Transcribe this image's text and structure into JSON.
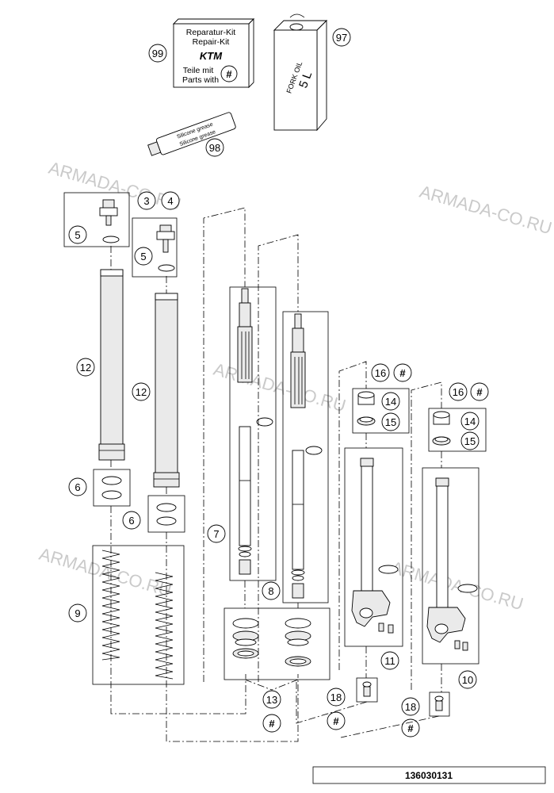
{
  "watermarks": [
    "ARMADA-CO.RU",
    "ARMADA-CO.RU",
    "ARMADA-CO.RU",
    "ARMADA-CO.RU",
    "ARMADA-CO.RU"
  ],
  "repair_kit": {
    "line1": "Reparatur-Kit",
    "line2": "Repair-Kit",
    "logo": "KTM",
    "line3": "Teile mit",
    "line4": "Parts with",
    "hash": "#"
  },
  "oil_can": {
    "label1": "FORK OIL",
    "label2": "5 L"
  },
  "grease_tube": {
    "label1": "Silicone grease",
    "label2": "Silicone grease"
  },
  "callouts": {
    "c99": "99",
    "c97": "97",
    "c98": "98",
    "c3": "3",
    "c4": "4",
    "c5a": "5",
    "c5b": "5",
    "c12a": "12",
    "c12b": "12",
    "c6a": "6",
    "c6b": "6",
    "c7": "7",
    "c8": "8",
    "c9": "9",
    "c16a": "16",
    "c16b": "16",
    "c14a": "14",
    "c14b": "14",
    "c15a": "15",
    "c15b": "15",
    "c11": "11",
    "c10": "10",
    "c13": "13",
    "c18a": "18",
    "c18b": "18"
  },
  "hash_marks": {
    "h16a": "#",
    "h16b": "#",
    "h13": "#",
    "h18a": "#",
    "h18b": "#"
  },
  "footer": {
    "diagram_number": "136030131"
  }
}
